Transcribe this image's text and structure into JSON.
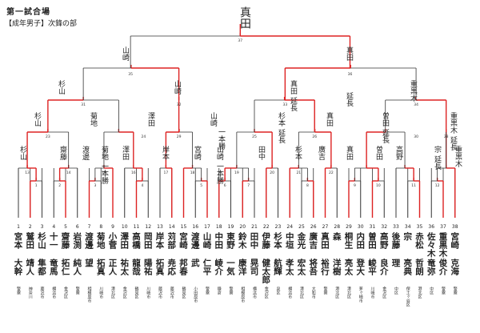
{
  "header": {
    "title": "第一試合場",
    "subtitle": "【成年男子】次鋒の部"
  },
  "champion": "真田",
  "match_numbers": [
    "37",
    "35",
    "36",
    "31",
    "32",
    "33",
    "34",
    "23",
    "24",
    "25",
    "26",
    "27",
    "28",
    "29",
    "30",
    "1",
    "2",
    "3",
    "4",
    "5",
    "6",
    "7",
    "8",
    "9",
    "10",
    "11",
    "12",
    "13",
    "14",
    "15",
    "16",
    "17",
    "18",
    "19",
    "20",
    "21",
    "22"
  ],
  "entrants": [
    {
      "seed": "1",
      "surname": "宮本",
      "given": "大幹",
      "club": "警察"
    },
    {
      "seed": "2",
      "surname": "鷲田",
      "given": "靖人",
      "club": "神奈川"
    },
    {
      "seed": "3",
      "surname": "杉山",
      "given": "隼都",
      "club": "藤沢市"
    },
    {
      "seed": "4",
      "surname": "十一",
      "given": "竜馬",
      "club": "横浜市"
    },
    {
      "seed": "5",
      "surname": "齋藤",
      "given": "拓仁",
      "club": "金沢区"
    },
    {
      "seed": "6",
      "surname": "岩渕",
      "given": "純人",
      "club": "警察"
    },
    {
      "seed": "7",
      "surname": "渡邊",
      "given": "望",
      "club": "相模原市"
    },
    {
      "seed": "8",
      "surname": "菊地",
      "given": "拓真",
      "club": "川崎市"
    },
    {
      "seed": "9",
      "surname": "小菅",
      "given": "正人",
      "club": "港北区"
    },
    {
      "seed": "10",
      "surname": "澤田",
      "given": "祐太",
      "club": "金沢区"
    },
    {
      "seed": "11",
      "surname": "高橋",
      "given": "龍哉",
      "club": "鶴見区"
    },
    {
      "seed": "12",
      "surname": "岡田",
      "given": "陽祐",
      "club": "川崎市"
    },
    {
      "seed": "13",
      "surname": "岸本",
      "given": "拓真",
      "club": "藤沢市"
    },
    {
      "seed": "14",
      "surname": "苅部",
      "given": "尭応",
      "club": "藤沢市"
    },
    {
      "seed": "15",
      "surname": "宮崎",
      "given": "邦春",
      "club": "鶴見区"
    },
    {
      "seed": "16",
      "surname": "渡邊",
      "given": "武",
      "club": "小田原市"
    },
    {
      "seed": "17",
      "surname": "山崎",
      "given": "仁平",
      "club": "警察"
    },
    {
      "seed": "18",
      "surname": "中田",
      "given": "崚介",
      "club": "鎌倉"
    },
    {
      "seed": "19",
      "surname": "東野",
      "given": "一気",
      "club": "警察"
    },
    {
      "seed": "20",
      "surname": "鈴木",
      "given": "康洋",
      "club": "相模原市"
    },
    {
      "seed": "21",
      "surname": "田中",
      "given": "晃司",
      "club": "横浜市"
    },
    {
      "seed": "22",
      "surname": "伊藤",
      "given": "健太郎",
      "club": "金沢区"
    },
    {
      "seed": "23",
      "surname": "杉本",
      "given": "航輝",
      "club": "泉区"
    },
    {
      "seed": "24",
      "surname": "中垣",
      "given": "孝太",
      "club": "横浜市"
    },
    {
      "seed": "25",
      "surname": "金光",
      "given": "宏太",
      "club": "港北区"
    },
    {
      "seed": "26",
      "surname": "廣吉",
      "given": "将吾",
      "club": "大和市"
    },
    {
      "seed": "27",
      "surname": "真田",
      "given": "裕行",
      "club": "警察"
    },
    {
      "seed": "28",
      "surname": "森",
      "given": "洋樹",
      "club": "港北区"
    },
    {
      "seed": "29",
      "surname": "桐生",
      "given": "亮太",
      "club": "港北区"
    },
    {
      "seed": "30",
      "surname": "内田",
      "given": "登大",
      "club": "茅ヶ崎市"
    },
    {
      "seed": "31",
      "surname": "曽田",
      "given": "峻平",
      "club": "川崎市"
    },
    {
      "seed": "32",
      "surname": "高野",
      "given": "良介",
      "club": "金沢区"
    },
    {
      "seed": "33",
      "surname": "後藤",
      "given": "理",
      "club": "中区"
    },
    {
      "seed": "34",
      "surname": "宗",
      "given": "亮典",
      "club": "保土ヶ谷区"
    },
    {
      "seed": "35",
      "surname": "赤松",
      "given": "哲朗",
      "club": "港北区"
    },
    {
      "seed": "36",
      "surname": "佐々木",
      "given": "竜弥",
      "club": "中区"
    },
    {
      "seed": "37",
      "surname": "重黒木",
      "given": "俊介",
      "club": "警察"
    },
    {
      "seed": "38",
      "surname": "宮崎",
      "given": "克海",
      "club": "警察"
    }
  ],
  "winner_notes": [
    {
      "text": "真田"
    },
    {
      "text": "山崎"
    },
    {
      "text": "真田"
    },
    {
      "text": "杉山"
    },
    {
      "text": "山崎"
    },
    {
      "text": "真田 延長"
    },
    {
      "text": "重黒木"
    },
    {
      "text": "杉山"
    },
    {
      "text": "菊地"
    },
    {
      "text": "澤田"
    },
    {
      "text": "山崎"
    },
    {
      "text": "杉本 延長"
    },
    {
      "text": "真田"
    },
    {
      "text": "曽田 延長"
    },
    {
      "text": "重黒木 延長"
    },
    {
      "text": "杉山"
    },
    {
      "text": "齋藤"
    },
    {
      "text": "渡邊"
    },
    {
      "text": "菊地 一本勝"
    },
    {
      "text": "澤田"
    },
    {
      "text": "岸本"
    },
    {
      "text": "宮崎"
    },
    {
      "text": "山崎 一本勝"
    },
    {
      "text": "田中"
    },
    {
      "text": "杉本"
    },
    {
      "text": "廣吉"
    },
    {
      "text": "真田"
    },
    {
      "text": "曽田"
    },
    {
      "text": "高野"
    },
    {
      "text": "宗 延長"
    },
    {
      "text": "重黒木"
    },
    {
      "text": "延長"
    },
    {
      "text": "一本勝"
    }
  ]
}
